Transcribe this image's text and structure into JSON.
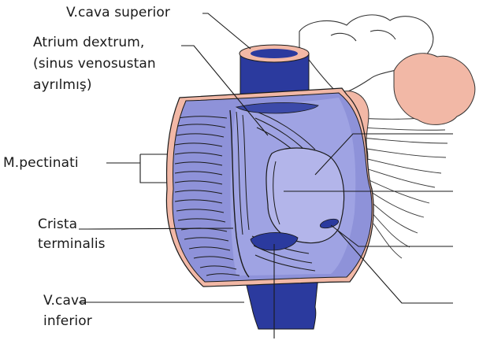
{
  "labels": {
    "vcava_superior": "V.cava superior",
    "atrium_line1": "Atrium dextrum,",
    "atrium_line2": "(sinus venosustan",
    "atrium_line3": "ayrılmış)",
    "pectinati": "M.pectinati",
    "crista_line1": "Crista",
    "crista_line2": "terminalis",
    "vcava_inf_line1": "V.cava",
    "vcava_inf_line2": "inferior"
  },
  "colors": {
    "vein_blue": "#2b3a9e",
    "atrium_wall": "#8e92d9",
    "atrium_inner": "#9fa3e3",
    "fossa": "#b3b5ea",
    "pink_tissue": "#f2b8a6",
    "line": "#1a1a1a",
    "background": "#ffffff"
  }
}
